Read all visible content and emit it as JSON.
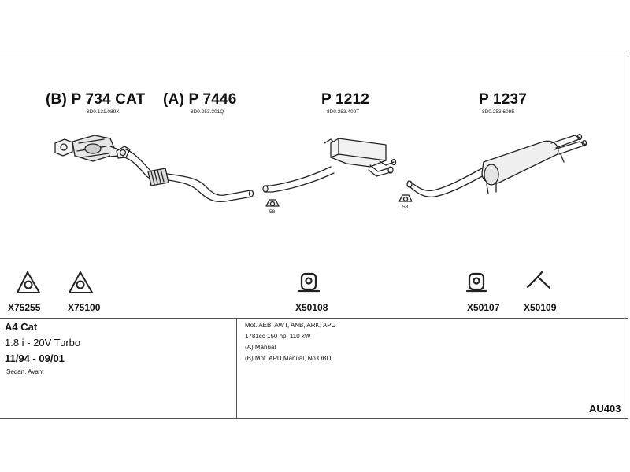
{
  "parts": [
    {
      "label": "(B) P 734 CAT",
      "code": "8D0.131.089X"
    },
    {
      "label": "(A) P 7446",
      "code": "8D0.253.301Q"
    },
    {
      "label": "P 1212",
      "code": "8D0.253.409T"
    },
    {
      "label": "P 1237",
      "code": "8D0.253.609E"
    }
  ],
  "hanger_refs": [
    "58",
    "58"
  ],
  "accessories": [
    "X75255",
    "X75100",
    "X50108",
    "X50107",
    "X50109"
  ],
  "vehicle": {
    "model": "A4 Cat",
    "engine": "1.8 i - 20V Turbo",
    "years": "11/94 - 09/01",
    "body": "Sedan, Avant"
  },
  "notes": [
    "Mot. AEB, AWT, ANB, ARK, APU",
    "1781cc 150 hp, 110 kW",
    "(A) Manual",
    "(B) Mot. APU Manual, No OBD"
  ],
  "diagram_code": "AU403"
}
